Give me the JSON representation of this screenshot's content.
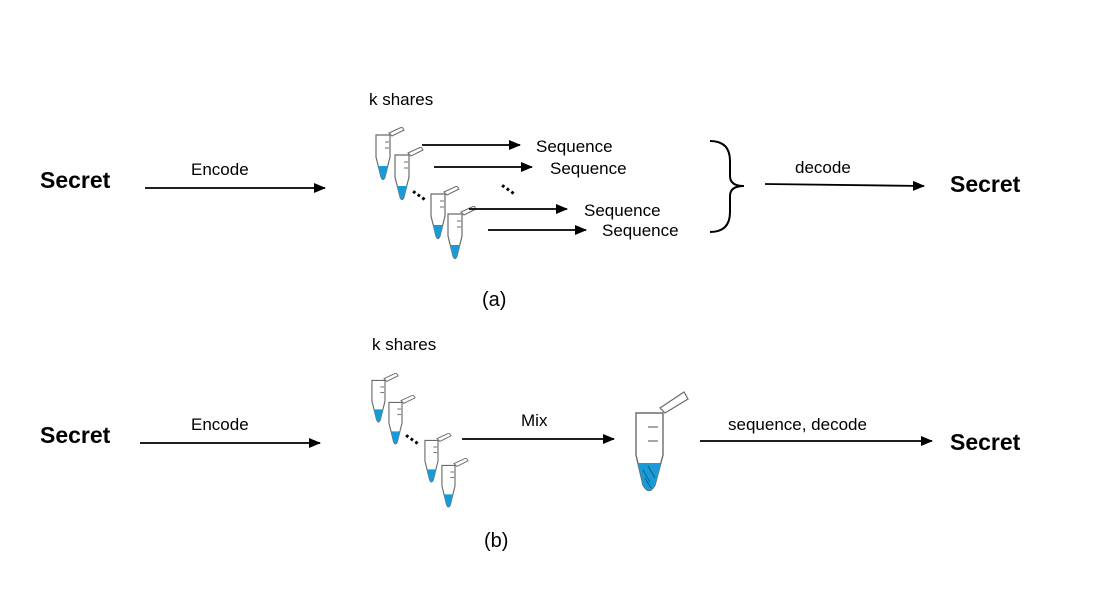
{
  "panel_a": {
    "secret_left": "Secret",
    "encode_label": "Encode",
    "shares_label": "k shares",
    "sequence_labels": [
      "Sequence",
      "Sequence",
      "Sequence",
      "Sequence"
    ],
    "decode_label": "decode",
    "secret_right": "Secret",
    "caption": "(a)"
  },
  "panel_b": {
    "secret_left": "Secret",
    "encode_label": "Encode",
    "shares_label": "k shares",
    "mix_label": "Mix",
    "sequence_decode_label": "sequence, decode",
    "secret_right": "Secret",
    "caption": "(b)"
  },
  "colors": {
    "liquid": "#1a9bd7",
    "stroke": "#000000",
    "tube_outline": "#6b6b6b"
  },
  "icons": {
    "tube": "microcentrifuge-tube-icon",
    "large_tube": "large-tube-icon"
  }
}
